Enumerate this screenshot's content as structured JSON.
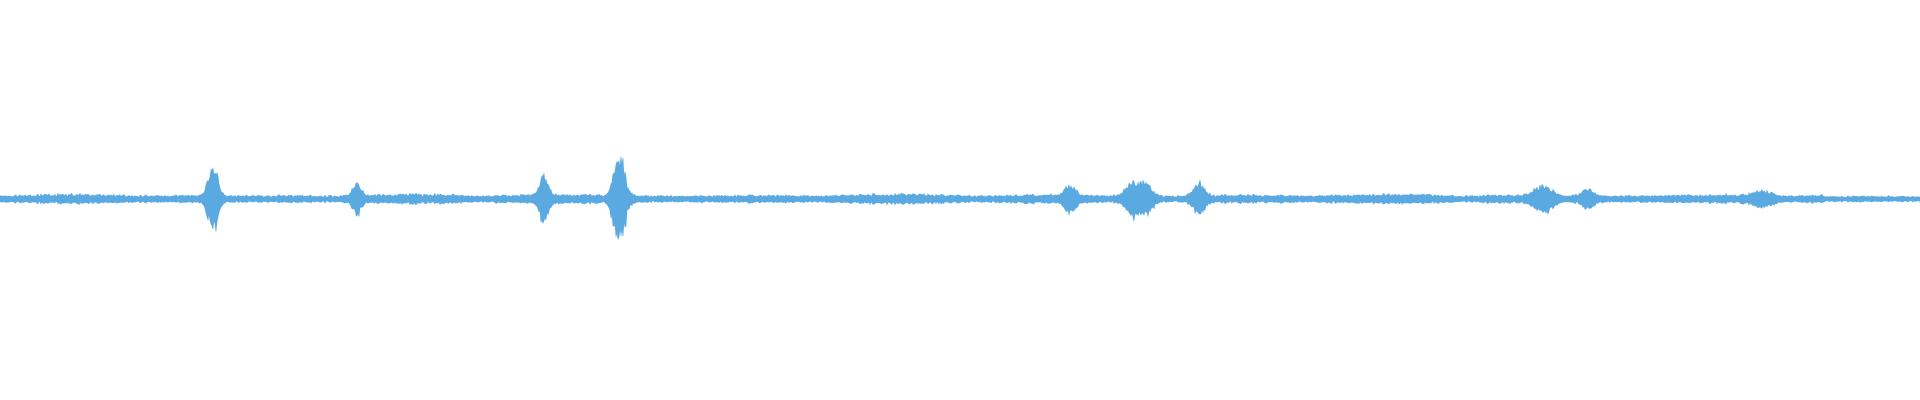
{
  "waveform": {
    "color": "#5aa9e0",
    "background": "#ffffff",
    "duration_fraction_peaks": [
      {
        "at": 0.111,
        "amplitude": 0.16,
        "width": 0.0035
      },
      {
        "at": 0.186,
        "amplitude": 0.07,
        "width": 0.003
      },
      {
        "at": 0.283,
        "amplitude": 0.11,
        "width": 0.003
      },
      {
        "at": 0.3225,
        "amplitude": 0.23,
        "width": 0.004
      },
      {
        "at": 0.5575,
        "amplitude": 0.06,
        "width": 0.004
      },
      {
        "at": 0.59,
        "amplitude": 0.08,
        "width": 0.005
      },
      {
        "at": 0.597,
        "amplitude": 0.07,
        "width": 0.004
      },
      {
        "at": 0.6245,
        "amplitude": 0.07,
        "width": 0.004
      },
      {
        "at": 0.804,
        "amplitude": 0.06,
        "width": 0.006
      },
      {
        "at": 0.827,
        "amplitude": 0.04,
        "width": 0.004
      },
      {
        "at": 0.918,
        "amplitude": 0.03,
        "width": 0.006
      }
    ],
    "base_amplitude": 0.022
  }
}
